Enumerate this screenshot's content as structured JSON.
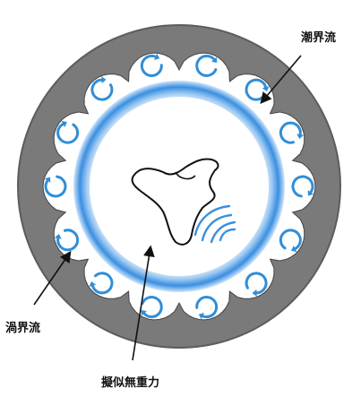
{
  "labels": {
    "boundary_flow": "潮界流",
    "vortex_flow": "渦界流",
    "pseudo_zero_gravity": "擬似無重力"
  },
  "colors": {
    "outer_ring": "#7a7a7a",
    "inner_field": "#ffffff",
    "vortex_arrow": "#2f8ed8",
    "boundary_ring_dark": "#3a8fe0",
    "boundary_ring_light": "#d7eafc",
    "object_outline": "#111111",
    "label_text": "#111111"
  },
  "vortex_count": 14
}
